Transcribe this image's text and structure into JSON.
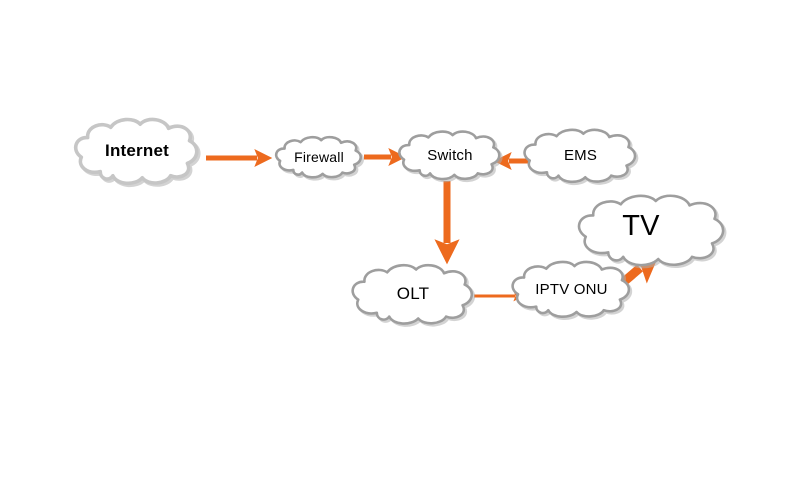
{
  "diagram": {
    "background": "#ffffff",
    "colors": {
      "arrow": "#ED6A1E",
      "cloud_stroke": "#9E9E9E",
      "cloud_stroke_light": "#C6C6C6",
      "cloud_fill": "#ffffff",
      "label": "#000000"
    },
    "nodes": [
      {
        "id": "internet",
        "label": "Internet"
      },
      {
        "id": "firewall",
        "label": "Firewall"
      },
      {
        "id": "switch",
        "label": "Switch"
      },
      {
        "id": "ems",
        "label": "EMS"
      },
      {
        "id": "olt",
        "label": "OLT"
      },
      {
        "id": "iptv_onu",
        "label": "IPTV ONU"
      },
      {
        "id": "tv",
        "label": "TV"
      }
    ],
    "edges": [
      {
        "from": "Internet",
        "to": "Firewall",
        "direction": "right"
      },
      {
        "from": "Firewall",
        "to": "Switch",
        "direction": "right"
      },
      {
        "from": "EMS",
        "to": "Switch",
        "direction": "left"
      },
      {
        "from": "Switch",
        "to": "OLT",
        "direction": "down"
      },
      {
        "from": "OLT",
        "to": "IPTV ONU",
        "direction": "right"
      },
      {
        "from": "IPTV ONU",
        "to": "TV",
        "direction": "up-right"
      }
    ]
  }
}
